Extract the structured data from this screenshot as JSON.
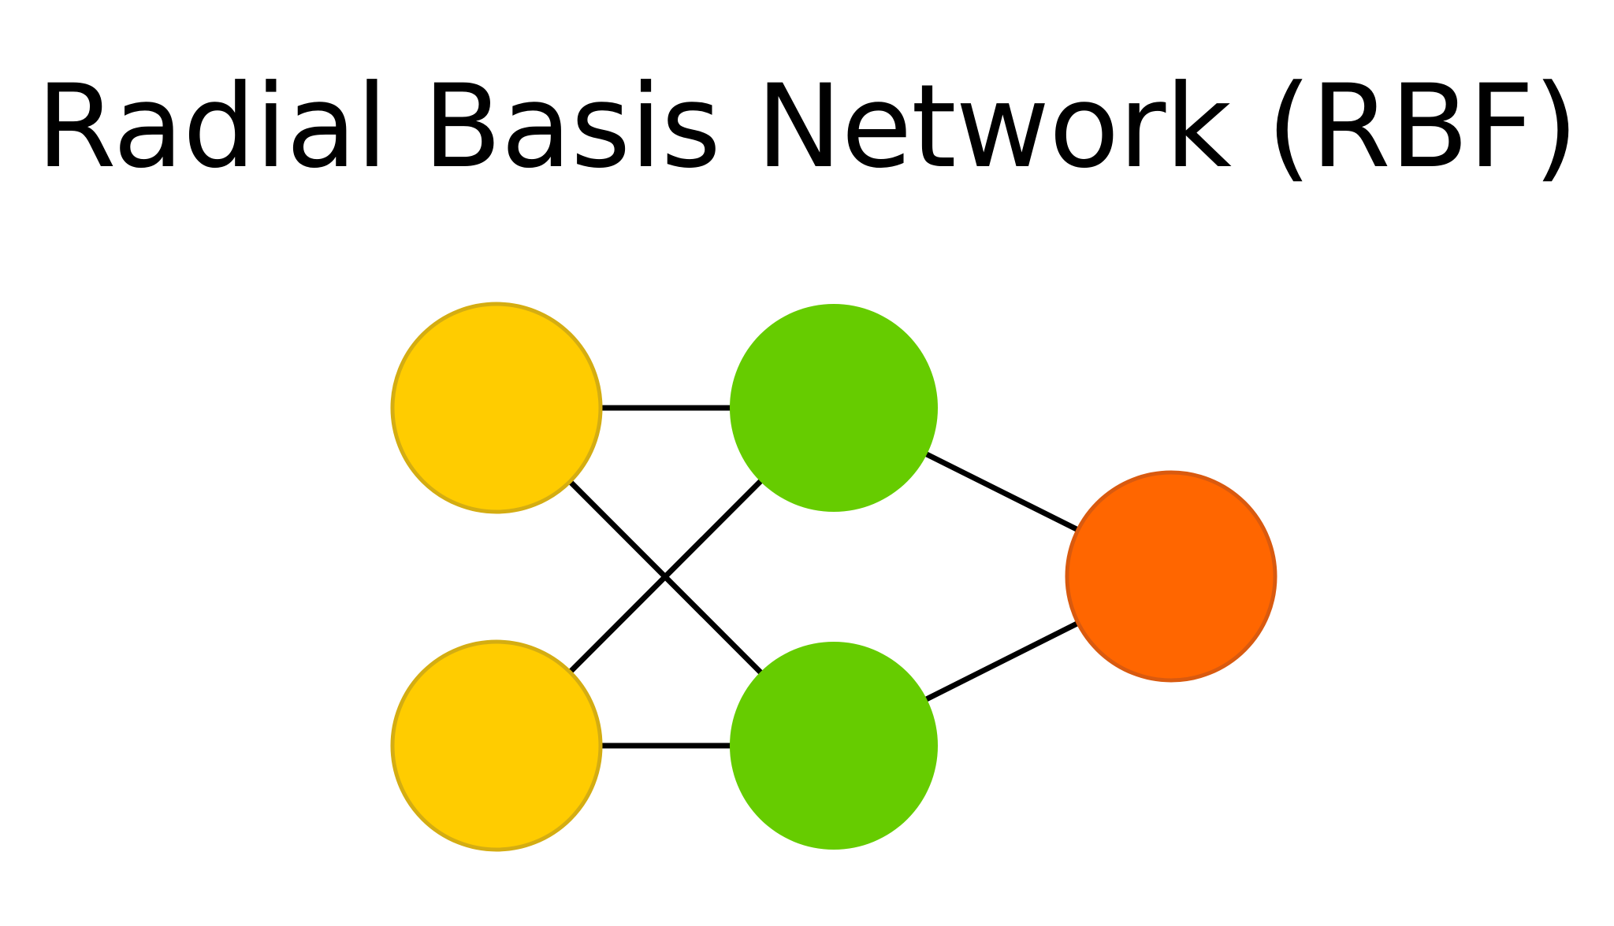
{
  "title": "Radial Basis Network (RBF)",
  "colors": {
    "background": "#ffffff",
    "edge": "#000000",
    "input": "#ffcc00",
    "input_rim": "#d4ad12",
    "hidden": "#66cc00",
    "output": "#ff6600",
    "output_rim": "#d95a0f"
  },
  "network": {
    "layers": [
      {
        "name": "input",
        "nodes": 2,
        "color_key": "input",
        "rim_key": "input_rim"
      },
      {
        "name": "hidden",
        "nodes": 2,
        "color_key": "hidden",
        "rim_key": null
      },
      {
        "name": "output",
        "nodes": 1,
        "color_key": "output",
        "rim_key": "output_rim"
      }
    ],
    "edges": [
      {
        "from": "input-1",
        "to": "hidden-1"
      },
      {
        "from": "input-1",
        "to": "hidden-2"
      },
      {
        "from": "input-2",
        "to": "hidden-1"
      },
      {
        "from": "input-2",
        "to": "hidden-2"
      },
      {
        "from": "hidden-1",
        "to": "output-1"
      },
      {
        "from": "hidden-2",
        "to": "output-1"
      }
    ]
  }
}
